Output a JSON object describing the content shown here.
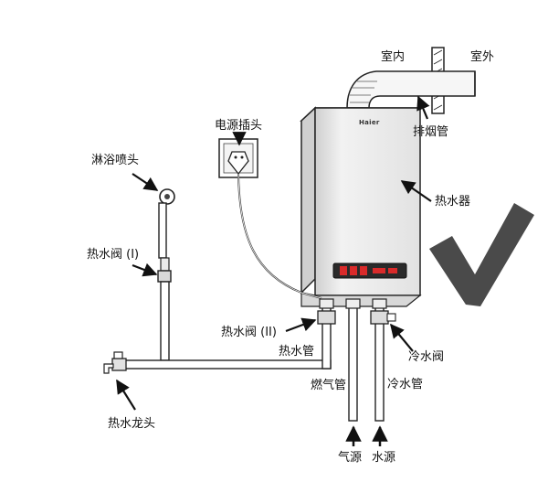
{
  "labels": {
    "indoor": "室内",
    "outdoor": "室外",
    "power_plug": "电源插头",
    "shower_head": "淋浴喷头",
    "exhaust_pipe": "排烟管",
    "water_heater": "热水器",
    "hot_valve_1": "热水阀 (I)",
    "hot_valve_2": "热水阀 (II)",
    "hot_pipe": "热水管",
    "cold_valve": "冷水阀",
    "gas_pipe": "燃气管",
    "cold_pipe": "冷水管",
    "hot_tap": "热水龙头",
    "gas_source": "气源",
    "water_source": "水源"
  },
  "brand": "Haier",
  "colors": {
    "line": "#222222",
    "heater_body": "#e9e9e9",
    "display_panel": "#2a2a2a",
    "display_digits": "#d92a2a",
    "check_mark": "#4a4a4a"
  },
  "icons": [
    "check-mark-icon"
  ]
}
